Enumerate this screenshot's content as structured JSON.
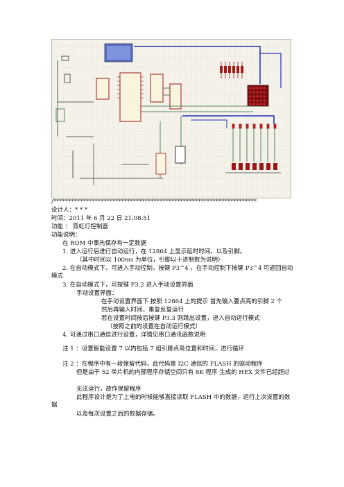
{
  "header": {
    "separator": "/*********************************************************************",
    "author_label": "设计人：* * *",
    "time_label": "时间：2011 年 6 月 22 日 21:08:51",
    "function_label": "功能 ：  霓虹灯控制器",
    "desc_title": "功能说明："
  },
  "lines": {
    "l1": "在 ROM 中事先保存有一定数据",
    "l2": "1.  进入运行后进行自动运行，在 12864 上显示延时时间，以及引脚。",
    "l3": "（其中时间以 100ms 为单位，引脚以十进制数为说明）",
    "l4": "2.  在自动模式下，可进入手动控制，按键 P3^4 ，在手动控制下按键 P3^4 可返回自动模式",
    "l5": "3.  在自动模式下，可按键 P3.2  进入手动设置界面",
    "l6": "手动设置界面：",
    "l7": "在手动设置界面下  按照 12864 上的提示  首先输入要点亮的引脚 2 个",
    "l8": "然后再输入时间，重复反复运行",
    "l9": "若在设置时间按后按键 P3.3  则跳出设置，进入自动运行模式",
    "l10": "（按照之前的设置在自动运行模式）",
    "l11": "4.  可通过串口通信进行设置，详情见串口通讯函数说明",
    "note1": "注 1 ：设置智能设置 7 以内包括 7 组引脚点亮位置和时间，进行循环",
    "note2a": "注 2 ：在程序中有一段保留代码，此代码是 I2C 通信的 FLASH 的驱动程序",
    "note2b": "但是由于 52 单片机的内部程序存储空间只有 8K 程序  生成的 HEX 文件已经超过",
    "note2c": "无法运行，故作保留程序",
    "note2d": "此程序设计是为了上电的时候能够直接读取  FLASH  中的数据，运行上次设置的数据",
    "note2e": "以及每次设置之后的数据存储。"
  },
  "colors": {
    "wire_blue": "#1c2fb0",
    "wire_green": "#2d6a34",
    "wire_red": "#9a1818",
    "led_red": "#c8202a",
    "lcd_blue": "#7f93de"
  }
}
